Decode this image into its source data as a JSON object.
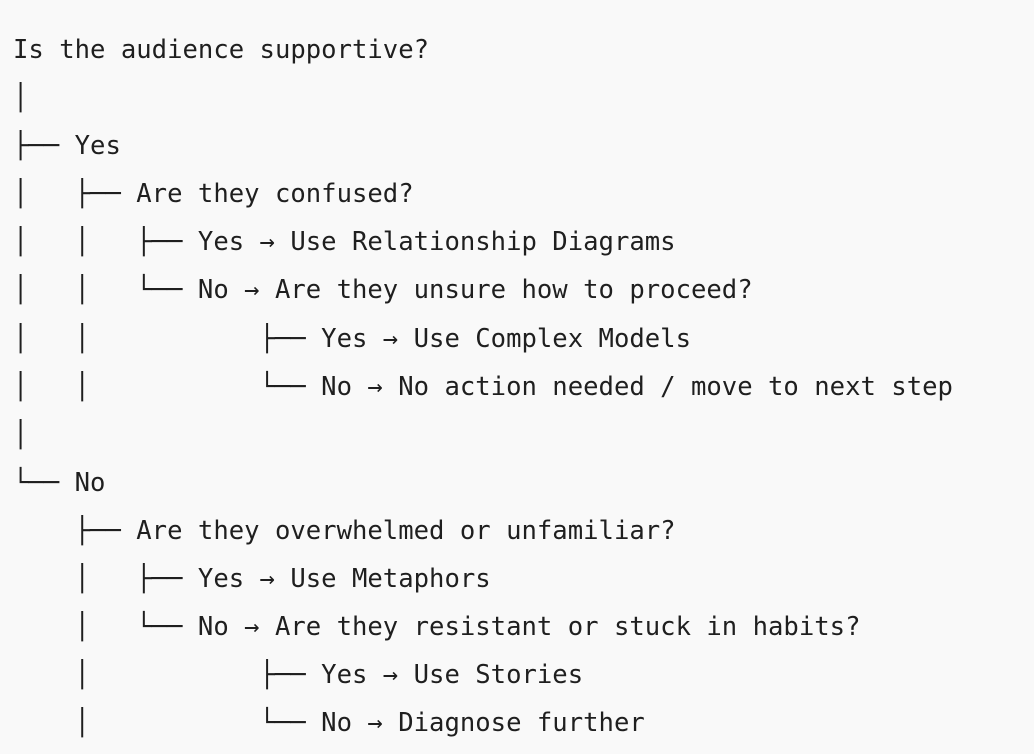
{
  "tree": {
    "lines": [
      "Is the audience supportive?",
      "│",
      "├── Yes",
      "│   ├── Are they confused?",
      "│   │   ├── Yes → Use Relationship Diagrams",
      "│   │   └── No → Are they unsure how to proceed?",
      "│   │           ├── Yes → Use Complex Models",
      "│   │           └── No → No action needed / move to next step",
      "│",
      "└── No",
      "    ├── Are they overwhelmed or unfamiliar?",
      "    │   ├── Yes → Use Metaphors",
      "    │   └── No → Are they resistant or stuck in habits?",
      "    │           ├── Yes → Use Stories",
      "    │           └── No → Diagnose further"
    ]
  }
}
